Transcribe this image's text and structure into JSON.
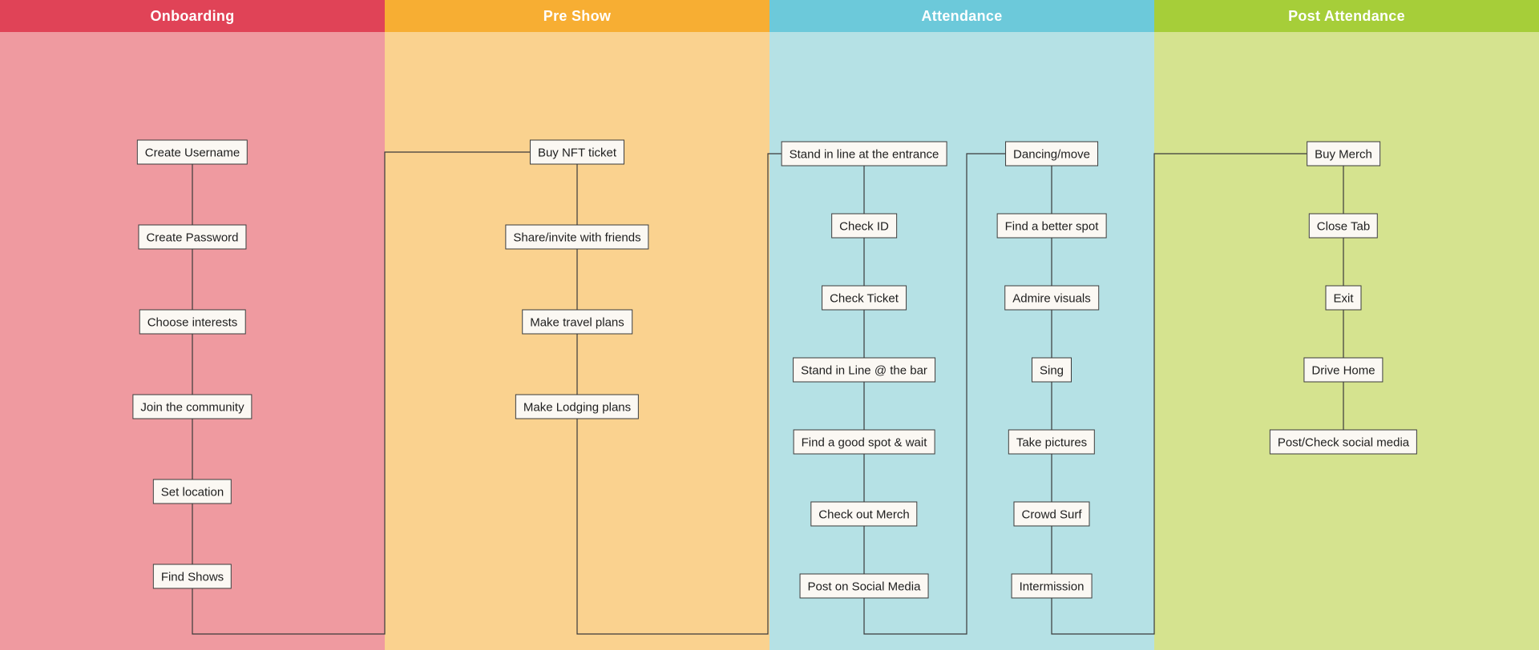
{
  "lanes": [
    {
      "id": "onboarding",
      "title": "Onboarding",
      "header_color": "#E04357",
      "body_color": "#EF9AA0"
    },
    {
      "id": "pre-show",
      "title": "Pre Show",
      "header_color": "#F7AE33",
      "body_color": "#FAD28F"
    },
    {
      "id": "attendance",
      "title": "Attendance",
      "header_color": "#6CC9DA",
      "body_color": "#B5E1E5"
    },
    {
      "id": "post-attendance",
      "title": "Post Attendance",
      "header_color": "#A6CE39",
      "body_color": "#D5E38F"
    }
  ],
  "steps": {
    "onboarding": [
      "Create Username",
      "Create Password",
      "Choose interests",
      "Join the community",
      "Set location",
      "Find Shows"
    ],
    "pre_show": [
      "Buy NFT ticket",
      "Share/invite with friends",
      "Make travel plans",
      "Make Lodging plans"
    ],
    "attendance_a": [
      "Stand in line at the entrance",
      "Check ID",
      "Check Ticket",
      "Stand in Line @ the bar",
      "Find a good spot & wait",
      "Check out Merch",
      "Post on Social Media"
    ],
    "attendance_b": [
      "Dancing/move",
      "Find a better spot",
      "Admire visuals",
      "Sing",
      "Take pictures",
      "Crowd Surf",
      "Intermission"
    ],
    "post_attendance": [
      "Buy Merch",
      "Close Tab",
      "Exit",
      "Drive Home",
      "Post/Check social media"
    ]
  },
  "colors": {
    "connector": "#3a3a3a",
    "node_fill": "#fbf8f3"
  }
}
